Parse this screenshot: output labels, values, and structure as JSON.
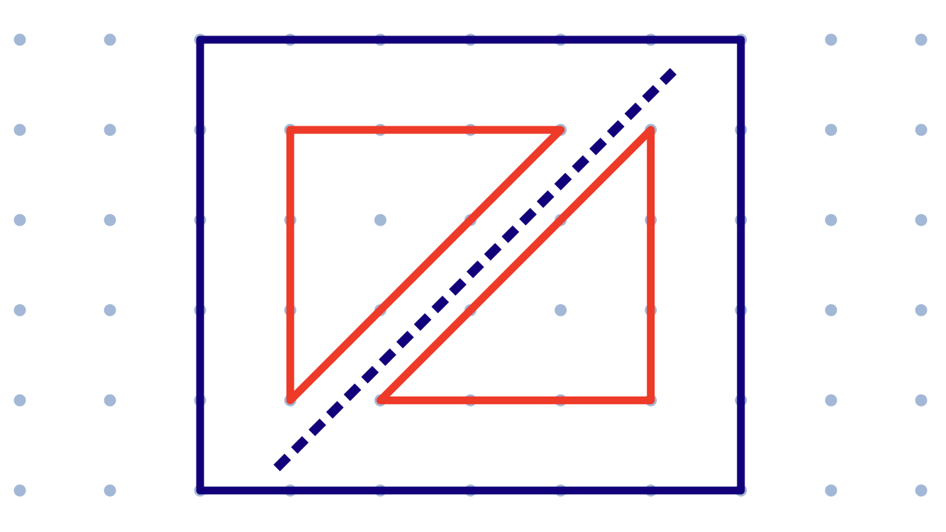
{
  "colors": {
    "background": "#ffffff",
    "grid_dot": "#a3b8d6",
    "frame": "#12007a",
    "shape": "#ee3a28",
    "symmetry_line": "#12007a"
  },
  "grid": {
    "columns": 11,
    "rows": 6
  },
  "frame": {
    "from_cell": [
      2,
      0
    ],
    "to_cell": [
      8,
      5
    ]
  },
  "shapes": [
    {
      "name": "left-triangle",
      "vertices": [
        [
          3,
          1
        ],
        [
          6,
          1
        ],
        [
          3,
          4
        ]
      ]
    },
    {
      "name": "right-triangle",
      "vertices": [
        [
          7,
          1
        ],
        [
          7,
          4
        ],
        [
          4,
          4
        ]
      ]
    }
  ],
  "symmetry_line": {
    "style": "dashed",
    "from_cell": [
      2.85,
      4.75
    ],
    "to_cell": [
      7.25,
      0.35
    ]
  }
}
